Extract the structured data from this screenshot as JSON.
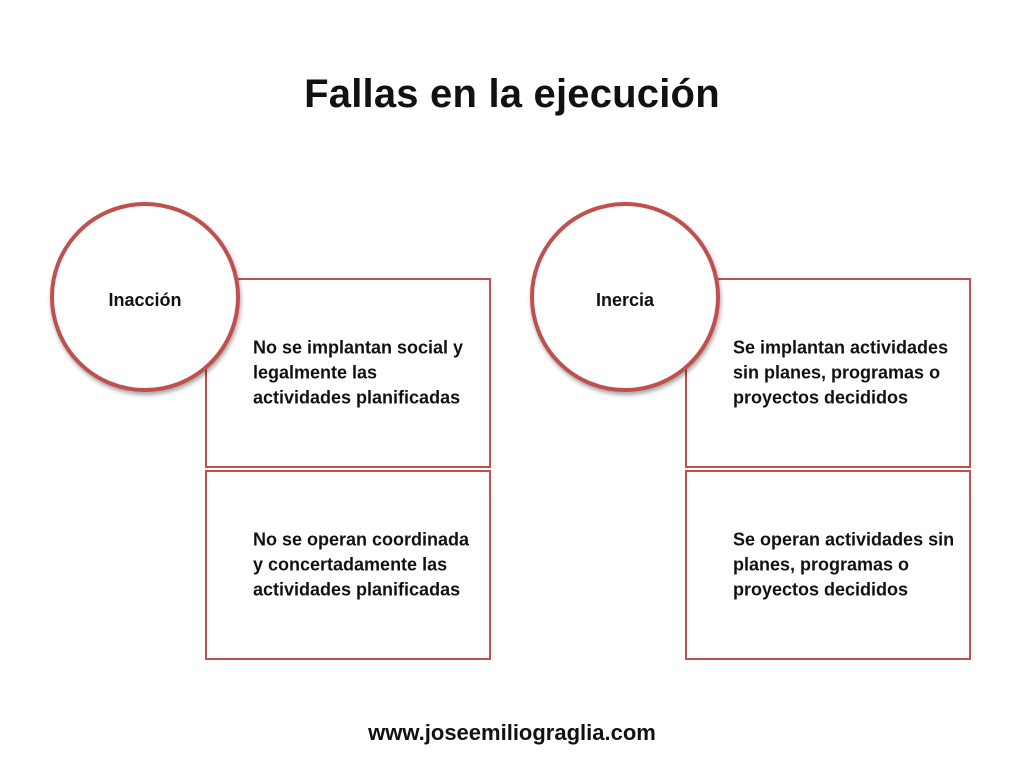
{
  "title": "Fallas en la ejecución",
  "groups": [
    {
      "label": "Inacción",
      "items": [
        "No se implantan social y legalmente las actividades planificadas",
        "No se operan coordinada y concertadamente las actividades planificadas"
      ]
    },
    {
      "label": "Inercia",
      "items": [
        "Se implantan actividades sin planes, programas o proyectos decididos",
        "Se operan actividades sin planes, programas o proyectos decididos"
      ]
    }
  ],
  "footer": "www.joseemiliograglia.com",
  "colors": {
    "accent": "#c0504d",
    "text": "#111111",
    "background": "#ffffff"
  }
}
